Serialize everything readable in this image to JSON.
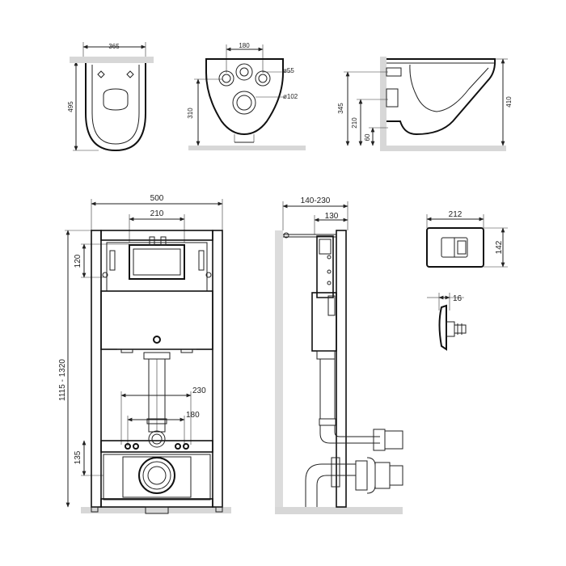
{
  "top_views": {
    "bowl_top": {
      "width_label": "365",
      "length_label": "495"
    },
    "bowl_rear": {
      "spacing_label": "180",
      "height_label": "310",
      "small_hole_label": "ø55",
      "large_hole_label": "ø102"
    },
    "bowl_side": {
      "total_height_label": "345",
      "outlet_height_label": "210",
      "base_label": "60",
      "depth_label": "410"
    }
  },
  "frame_front": {
    "width_label": "500",
    "tank_width_label": "210",
    "button_offset_label": "120",
    "height_label": "1115 - 1320",
    "upper_spacing_label": "230",
    "lower_spacing_label": "180",
    "bottom_offset_label": "135"
  },
  "frame_side": {
    "depth_range_label": "140-230",
    "depth_label": "130"
  },
  "flush_plate": {
    "width_label": "212",
    "height_label": "142",
    "thickness_label": "16"
  }
}
